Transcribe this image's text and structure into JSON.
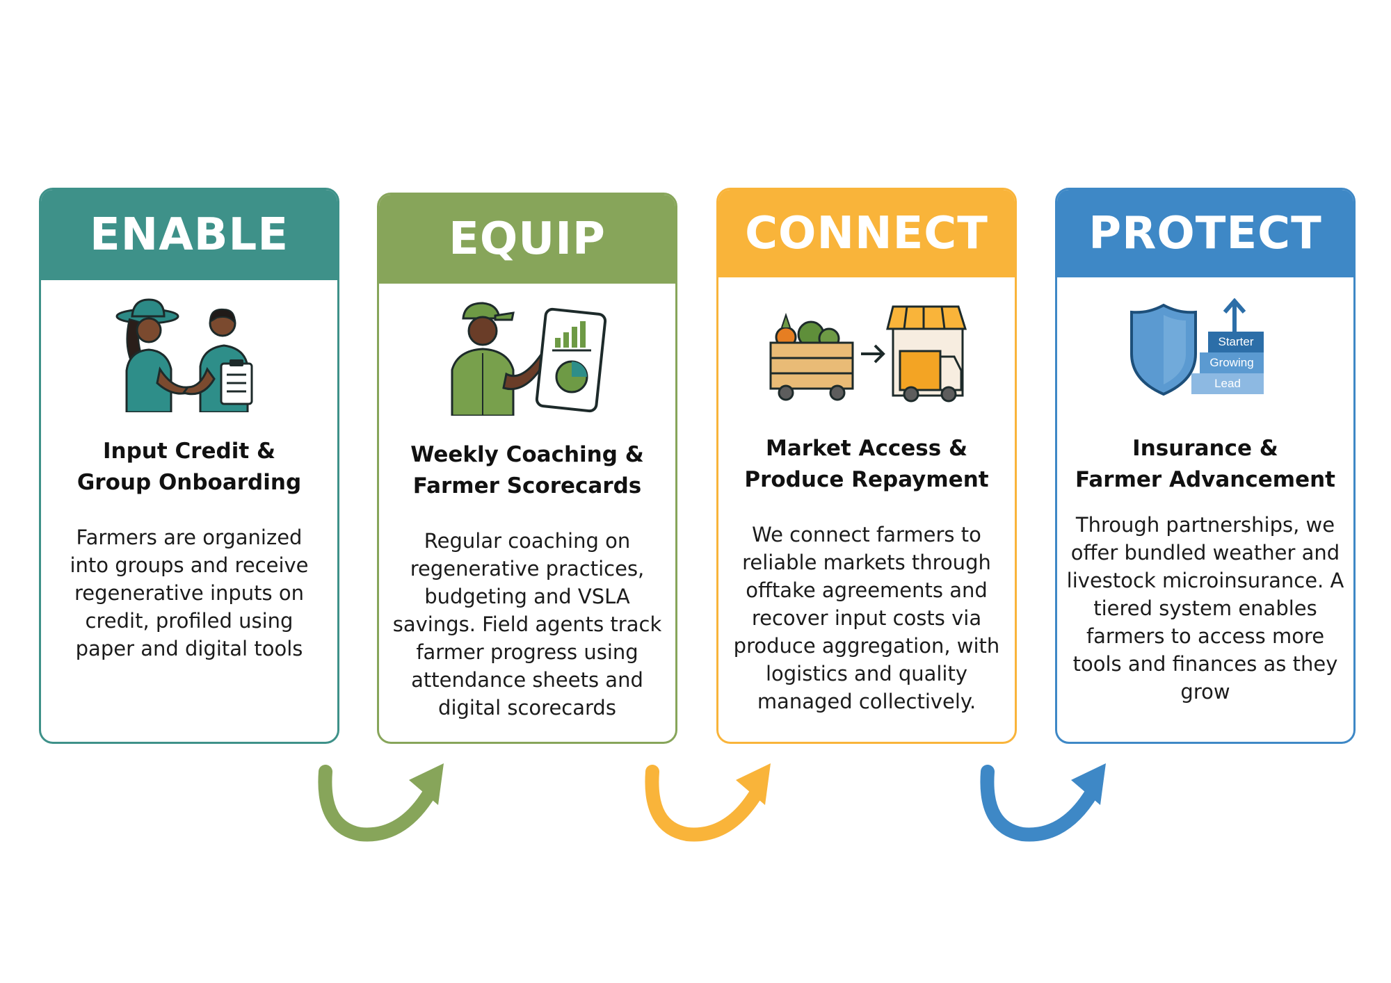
{
  "colors": {
    "enable": "#3e9189",
    "equip": "#87a55a",
    "connect": "#f9b43a",
    "protect": "#3e88c6"
  },
  "cards": [
    {
      "header": "ENABLE",
      "title_line1": "Input Credit &",
      "title_line2": "Group Onboarding",
      "body": "Farmers are organized into groups and receive regenerative inputs on credit, profiled using paper and digital tools",
      "illustration": "farmers-handshake-illustration"
    },
    {
      "header": "EQUIP",
      "title_line1": "Weekly Coaching &",
      "title_line2": "Farmer Scorecards",
      "body": "Regular coaching on regenerative practices, budgeting and VSLA savings. Field agents track farmer progress using attendance sheets and digital scorecards",
      "illustration": "farmer-tablet-chart-illustration"
    },
    {
      "header": "CONNECT",
      "title_line1": "Market Access &",
      "title_line2": "Produce Repayment",
      "body": "We connect farmers to reliable markets through offtake agreements and recover input costs via produce aggregation, with logistics and quality managed collectively.",
      "illustration": "produce-crate-to-market-illustration"
    },
    {
      "header": "PROTECT",
      "title_line1": "Insurance &",
      "title_line2": "Farmer Advancement",
      "body": "Through partnerships, we offer bundled weather and livestock microinsurance. A tiered system enables farmers to access more tools and finances as they grow",
      "illustration": "shield-tier-steps-illustration",
      "tiers": [
        "Starter",
        "Growing",
        "Lead"
      ]
    }
  ]
}
